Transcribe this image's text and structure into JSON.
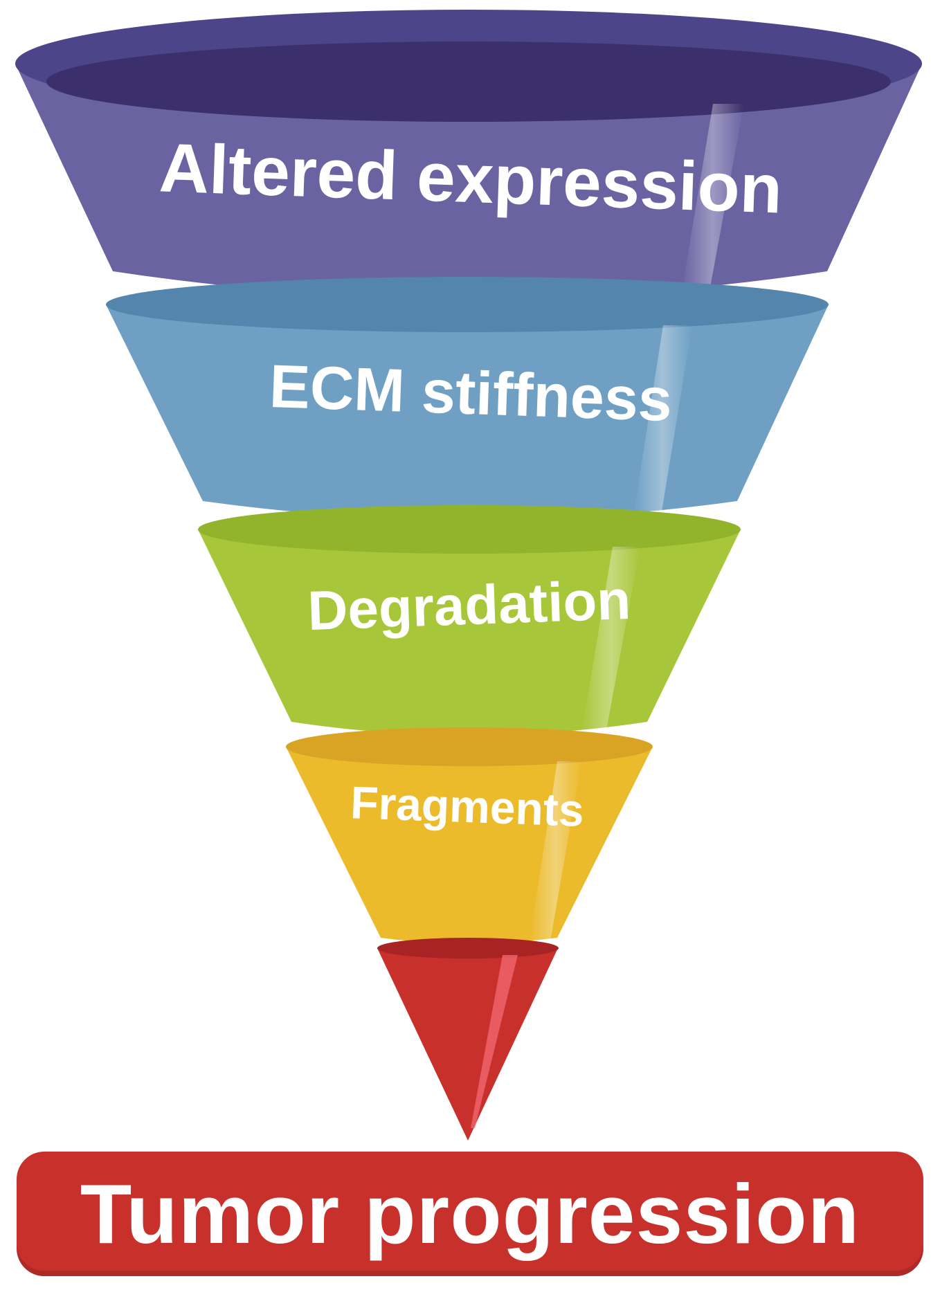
{
  "funnel": {
    "stages": [
      {
        "label": "Altered expression",
        "color": "#6a63a2",
        "rim_color": "#4d4589",
        "inner_color": "#3b2f6c"
      },
      {
        "label": "ECM stiffness",
        "color": "#6fa0c4",
        "rim_color": "#5485ad"
      },
      {
        "label": "Degradation",
        "color": "#a8c63a",
        "rim_color": "#92b42d"
      },
      {
        "label": "Fragments",
        "color": "#ebbb2c",
        "rim_color": "#d9a423"
      },
      {
        "label": "",
        "color": "#c8302c",
        "rim_color": "#a82324"
      }
    ]
  },
  "result": {
    "label": "Tumor progression",
    "color": "#c8302c"
  }
}
